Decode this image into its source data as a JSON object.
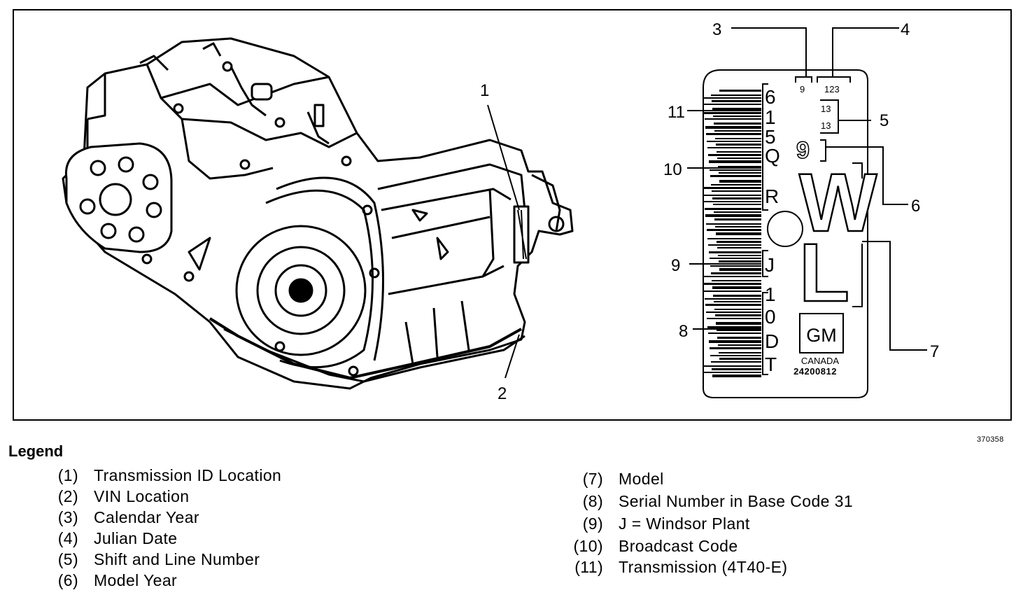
{
  "figure_id": "370358",
  "callouts": {
    "c1": "1",
    "c2": "2",
    "c3": "3",
    "c4": "4",
    "c5": "5",
    "c6": "6",
    "c7": "7",
    "c8": "8",
    "c9": "9",
    "c10": "10",
    "c11": "11"
  },
  "label": {
    "calendar_year": "9",
    "julian_date": "123",
    "shift_line_1": "13",
    "shift_line_2": "13",
    "model_year": "9",
    "model_letters": [
      "W",
      "L"
    ],
    "code_chars": [
      "6",
      "1",
      "5",
      "Q",
      "R",
      "J",
      "1",
      "0",
      "D",
      "T"
    ],
    "brand": "GM",
    "country": "CANADA",
    "part_number": "24200812"
  },
  "legend": {
    "title": "Legend",
    "left": [
      {
        "num": "(1)",
        "text": "Transmission ID Location"
      },
      {
        "num": "(2)",
        "text": "VIN Location"
      },
      {
        "num": "(3)",
        "text": "Calendar Year"
      },
      {
        "num": "(4)",
        "text": "Julian Date"
      },
      {
        "num": "(5)",
        "text": "Shift and Line Number"
      },
      {
        "num": "(6)",
        "text": "Model Year"
      }
    ],
    "right": [
      {
        "num": "(7)",
        "text": "Model"
      },
      {
        "num": "(8)",
        "text": "Serial Number in Base Code 31"
      },
      {
        "num": "(9)",
        "text": "J = Windsor Plant"
      },
      {
        "num": "(10)",
        "text": "Broadcast Code"
      },
      {
        "num": "(11)",
        "text": "Transmission (4T40-E)"
      }
    ]
  }
}
